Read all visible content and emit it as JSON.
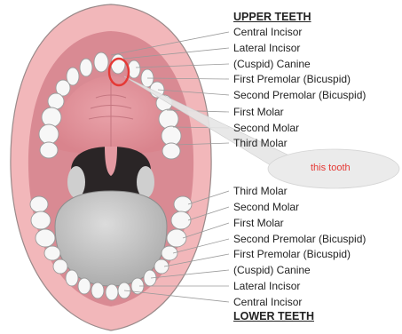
{
  "upper_heading": "UPPER TEETH",
  "lower_heading": "LOWER TEETH",
  "upper_labels": [
    "Central Incisor",
    "Lateral Incisor",
    "(Cuspid) Canine",
    "First Premolar (Bicuspid)",
    "Second Premolar (Bicuspid)",
    "First Molar",
    "Second Molar",
    "Third Molar"
  ],
  "lower_labels": [
    "Third Molar",
    "Second Molar",
    "First Molar",
    "Second Premolar (Bicuspid)",
    "First Premolar (Bicuspid)",
    "(Cuspid) Canine",
    "Lateral Incisor",
    "Central Incisor"
  ],
  "callout_text": "this tooth",
  "colors": {
    "lip": "#f2b7ba",
    "palate": "#e89aa2",
    "throat": "#2a2526",
    "tongue": "#c8c8c8",
    "tooth": "#f7f7f7",
    "highlight_ring": "#e53935",
    "callout_fill": "#ebebeb",
    "callout_text": "#e53935"
  }
}
